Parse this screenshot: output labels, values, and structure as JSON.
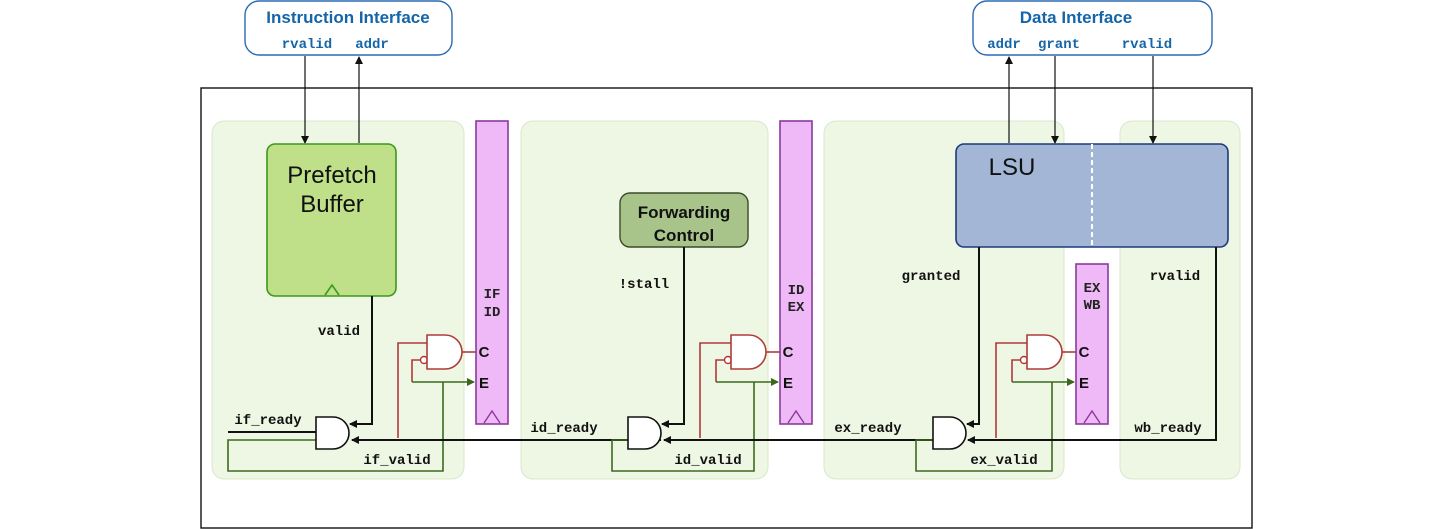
{
  "instruction_interface": {
    "title": "Instruction Interface",
    "signals": [
      "rvalid",
      "addr"
    ]
  },
  "data_interface": {
    "title": "Data Interface",
    "signals": [
      "addr",
      "grant",
      "rvalid"
    ]
  },
  "blocks": {
    "prefetch_buffer": [
      "Prefetch",
      "Buffer"
    ],
    "forwarding_control": [
      "Forwarding",
      "Control"
    ],
    "lsu": "LSU"
  },
  "pipeline_registers": {
    "if_id": [
      "IF",
      "ID"
    ],
    "id_ex": [
      "ID",
      "EX"
    ],
    "ex_wb": [
      "EX",
      "WB"
    ]
  },
  "gate_ports": {
    "clock": "C",
    "enable": "E"
  },
  "signals": {
    "valid": "valid",
    "stall": "!stall",
    "granted": "granted",
    "rvalid": "rvalid",
    "if_ready": "if_ready",
    "if_valid": "if_valid",
    "id_ready": "id_ready",
    "id_valid": "id_valid",
    "ex_ready": "ex_ready",
    "ex_valid": "ex_valid",
    "wb_ready": "wb_ready"
  },
  "colors": {
    "stage_fill": "#eef6e4",
    "register_fill": "#efb8f6",
    "register_stroke": "#8a3a9a",
    "prefetch_fill": "#bfe088",
    "prefetch_stroke": "#3a9a1a",
    "forwarding_fill": "#a9c48a",
    "lsu_fill": "#a3b6d6",
    "lsu_stroke": "#1d3a7a",
    "interface_stroke": "#2a6ab0",
    "interface_text": "#1565a8",
    "clock_wire": "#b03a3a",
    "enable_wire": "#3b6a1e"
  }
}
